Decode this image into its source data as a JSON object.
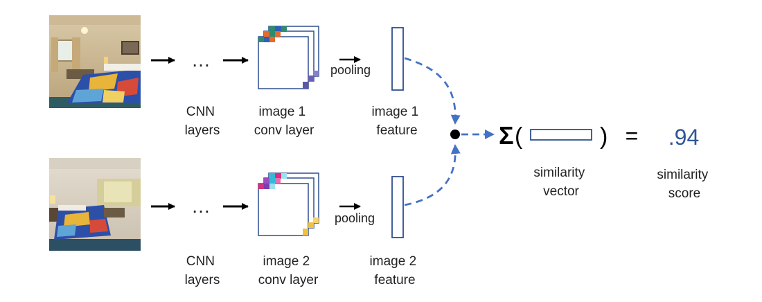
{
  "rows": [
    {
      "image_name": "hotel-room-photo-1",
      "ellipsis": "…",
      "cnn_label": [
        "CNN",
        "layers"
      ],
      "conv_label": [
        "image 1",
        "conv layer"
      ],
      "pooling_label": "pooling",
      "feature_label": [
        "image 1",
        "feature"
      ],
      "conv_colors": [
        "#2e8b6e",
        "#e86a2b",
        "#2f5fb8",
        "#6a5fb0",
        "#8a7fc8"
      ]
    },
    {
      "image_name": "hotel-room-photo-2",
      "ellipsis": "…",
      "cnn_label": [
        "CNN",
        "layers"
      ],
      "conv_label": [
        "image 2",
        "conv layer"
      ],
      "pooling_label": "pooling",
      "feature_label": [
        "image 2",
        "feature"
      ],
      "conv_colors": [
        "#d8307e",
        "#36b8d8",
        "#9a4fc0",
        "#f0c040",
        "#f5d46a"
      ]
    }
  ],
  "similarity": {
    "sigma": "Σ",
    "open_paren": "(",
    "close_paren": ")",
    "vector_label": [
      "similarity",
      "vector"
    ],
    "equals": "=",
    "score": ".94",
    "score_label": [
      "similarity",
      "score"
    ]
  },
  "colors": {
    "arrow_dashed": "#4472c4",
    "box_stroke": "#2f4f8f",
    "score_text": "#2f5597",
    "black": "#000000"
  }
}
